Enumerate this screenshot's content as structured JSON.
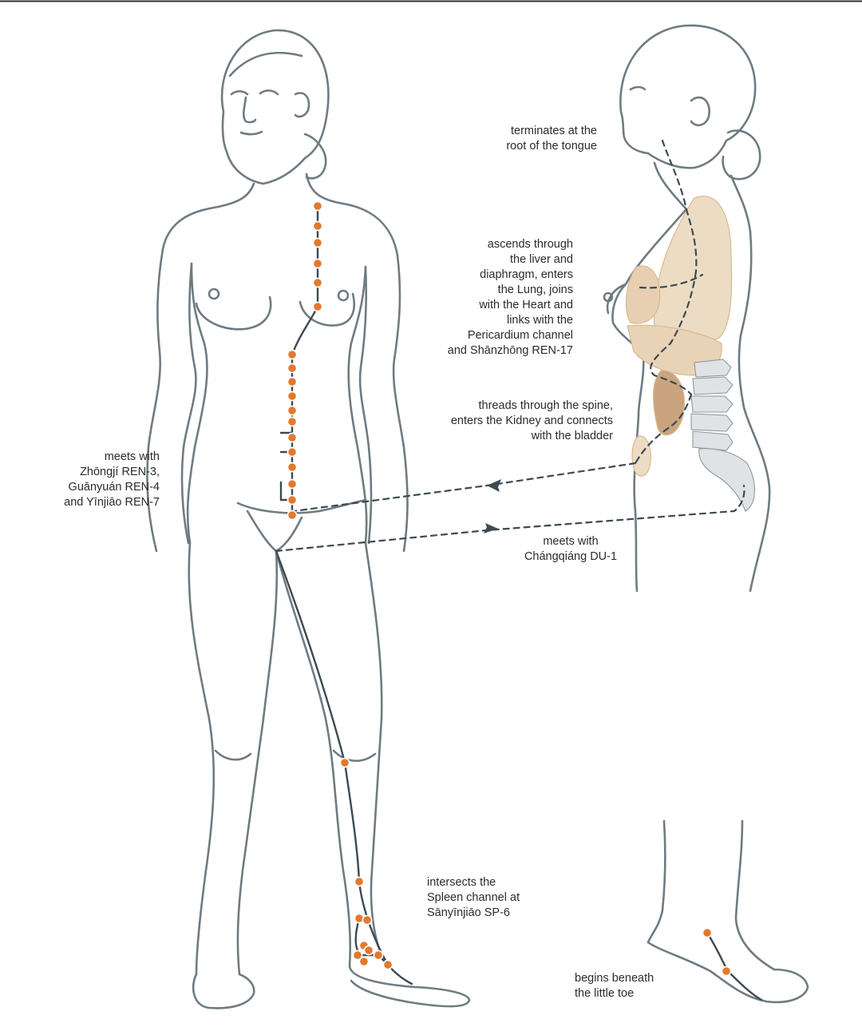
{
  "labels": {
    "terminates": "terminates at the\nroot of the tongue",
    "ascends": "ascends through\nthe liver and\ndiaphragm, enters\nthe Lung, joins\nwith the Heart and\nlinks with the\nPericardium channel\nand Shānzhōng REN-17",
    "threads": "threads through the spine,\nenters the Kidney and connects\nwith the bladder",
    "meets_ren": "meets with\nZhōngjí REN-3,\nGuānyuán REN-4\nand Yīnjiāo REN-7",
    "meets_du": "meets with\nChángqiáng DU-1",
    "intersects": "intersects the\nSpleen channel at\nSānyīnjiāo SP-6",
    "begins": "begins beneath\nthe little toe"
  },
  "colors": {
    "outline": "#6f7b82",
    "channel": "#3c4a52",
    "point": "#e3782e",
    "organ": "#e8d3b6",
    "kidney": "#c9a47f",
    "spine": "#d9dde0"
  }
}
